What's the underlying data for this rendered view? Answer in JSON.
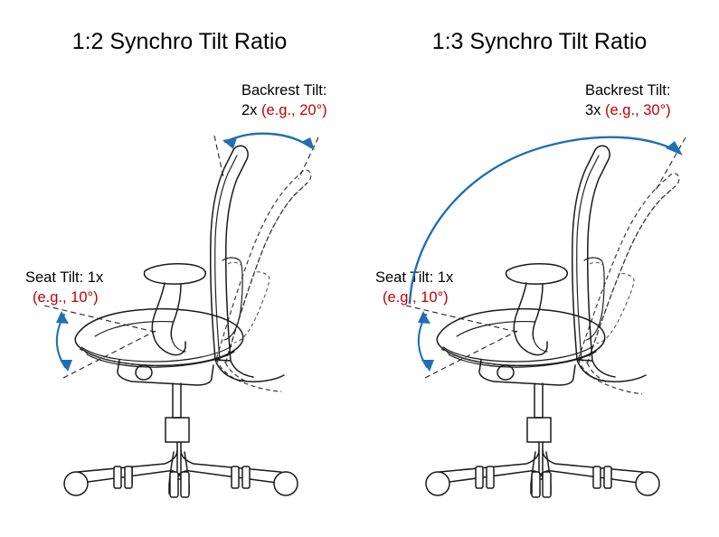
{
  "figure": {
    "type": "diagram",
    "subject": "office-chair-synchro-tilt-ratio-comparison",
    "background_color": "#FFFFFF",
    "accent_blue": "#1F6FB5",
    "accent_red": "#C00000",
    "line_color": "#1A1A1A"
  },
  "panels": [
    {
      "id": "left",
      "title": "1:2 Synchro Tilt Ratio",
      "backrest_callout": {
        "label": "Backrest Tilt:",
        "multiplier": "2x",
        "example": "(e.g., 20°)"
      },
      "seat_callout": {
        "label": "Seat Tilt: 1x",
        "example": "(e.g., 10°)"
      },
      "ratio": "1:2",
      "seat_tilt_degrees": 10,
      "backrest_tilt_degrees": 20
    },
    {
      "id": "right",
      "title": "1:3 Synchro Tilt Ratio",
      "backrest_callout": {
        "label": "Backrest Tilt:",
        "multiplier": "3x",
        "example": "(e.g., 30°)"
      },
      "seat_callout": {
        "label": "Seat Tilt: 1x",
        "example": "(e.g., 10°)"
      },
      "ratio": "1:3",
      "seat_tilt_degrees": 10,
      "backrest_tilt_degrees": 30
    }
  ]
}
